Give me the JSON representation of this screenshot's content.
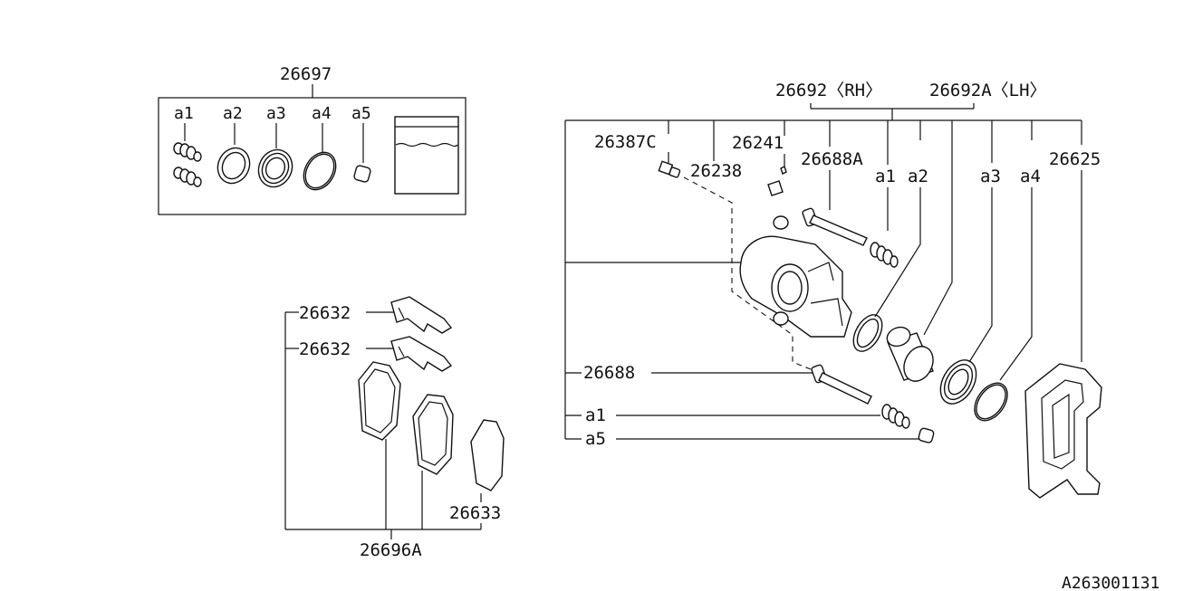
{
  "kit": {
    "part_no": "26697",
    "items": [
      "a1",
      "a2",
      "a3",
      "a4",
      "a5"
    ]
  },
  "caliper": {
    "rh": "26692〈RH〉",
    "lh": "26692A〈LH〉",
    "labels": {
      "bleeder_cap": "26387C",
      "bleeder": "26241",
      "screw": "26238",
      "guide_pin_a": "26688A",
      "a1": "a1",
      "a2": "a2",
      "a3": "a3",
      "a4": "a4",
      "support": "26625",
      "guide_pin": "26688",
      "a1_lower": "a1",
      "a5_lower": "a5"
    }
  },
  "pads": {
    "clip_upper": "26632",
    "clip_lower": "26632",
    "shim": "26633",
    "pad_set": "26696A"
  },
  "diagram_id": "A263001131"
}
